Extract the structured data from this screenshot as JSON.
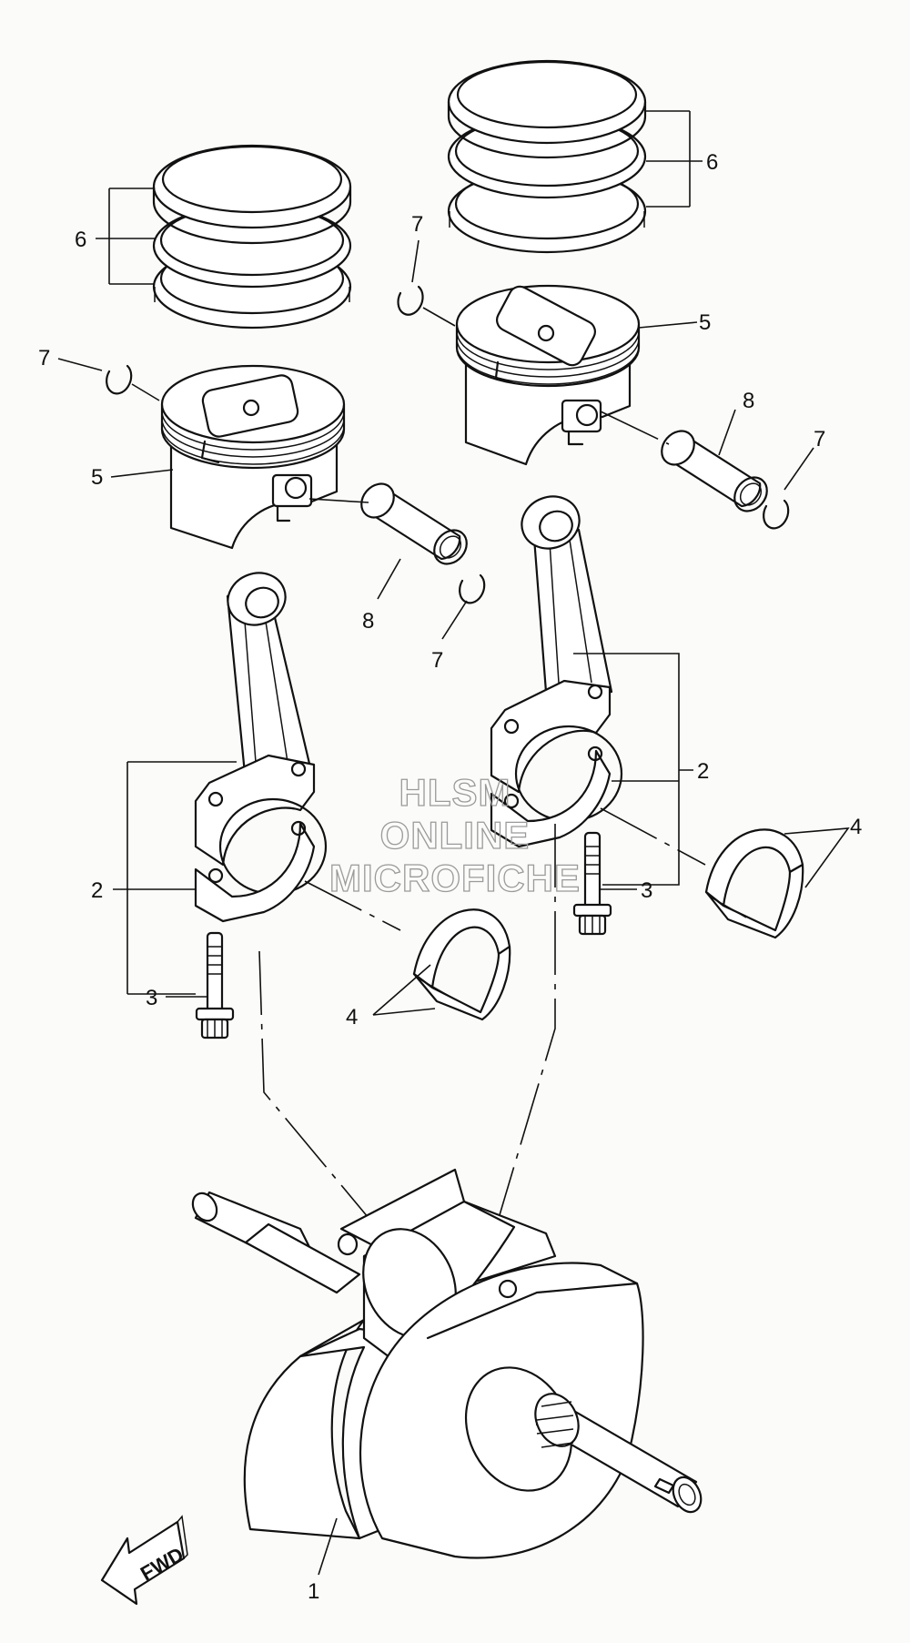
{
  "callouts": {
    "c1": "1",
    "c2_left": "2",
    "c2_right": "2",
    "c3_left": "3",
    "c3_right": "3",
    "c4_left": "4",
    "c4_right": "4",
    "c5_left": "5",
    "c5_right": "5",
    "c6_left": "6",
    "c6_right": "6",
    "c7_left_top": "7",
    "c7_left_bottom": "7",
    "c7_right_top": "7",
    "c7_right_bottom": "7",
    "c8_left": "8",
    "c8_right": "8"
  },
  "watermark": {
    "line1": "HLSM",
    "line2": "ONLINE",
    "line3": "MICROFICHE"
  },
  "direction_arrow": {
    "label": "FWD"
  }
}
